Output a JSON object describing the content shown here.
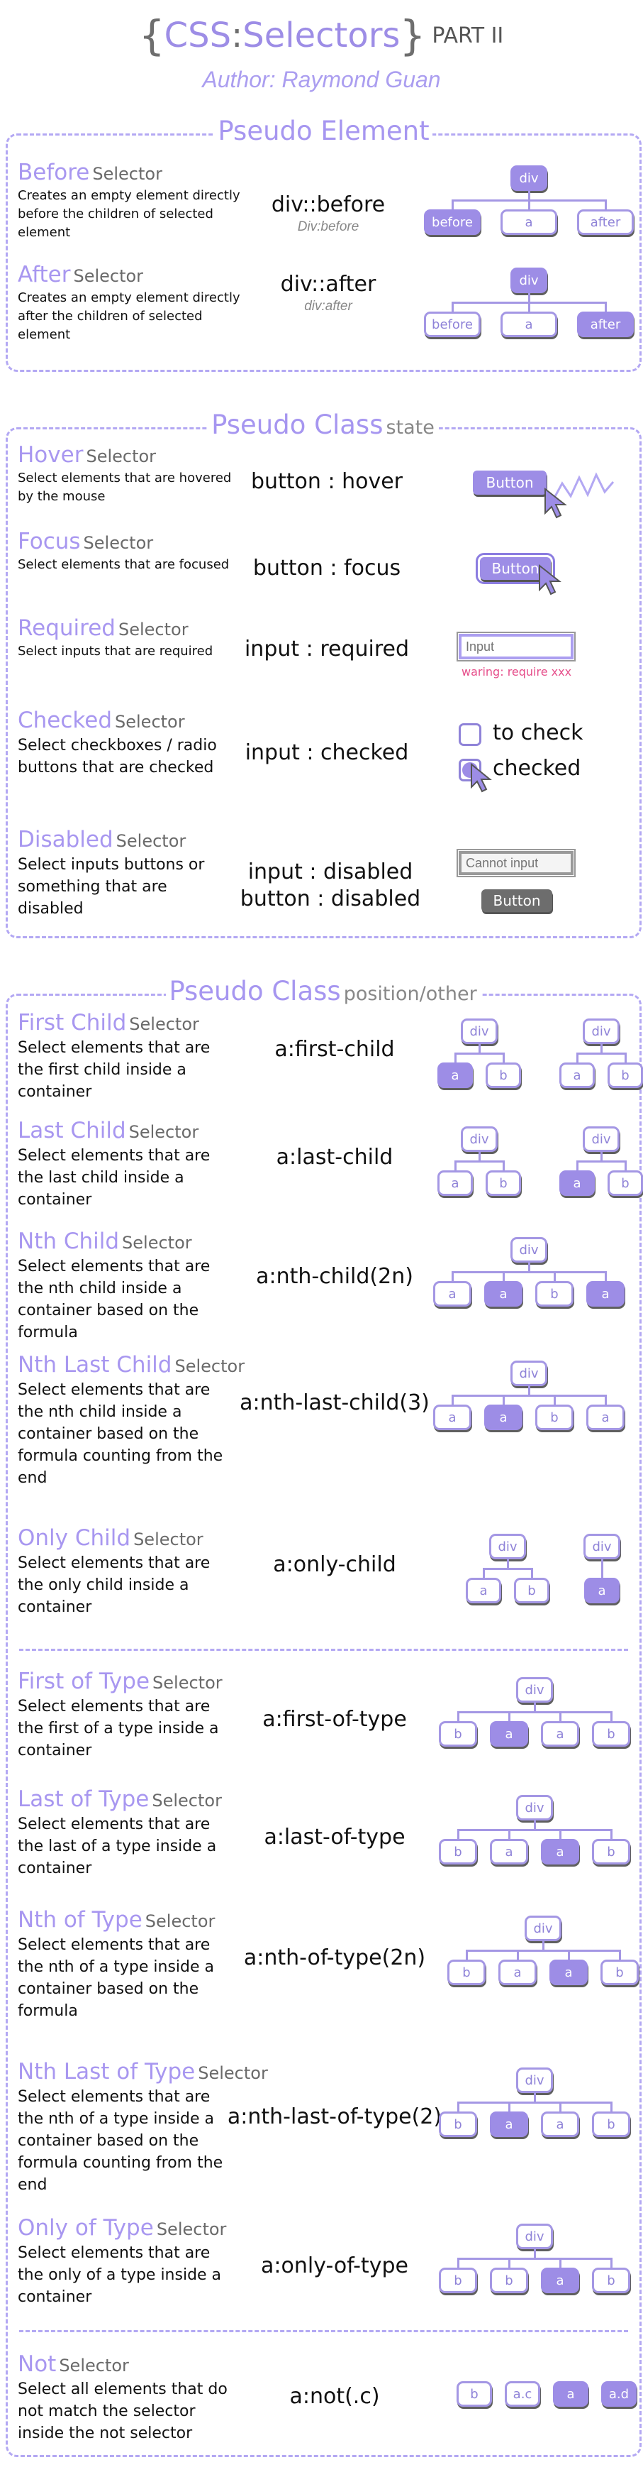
{
  "header": {
    "brace_open": "{",
    "css": "CSS",
    "colon": ":",
    "selectors": "Selectors",
    "brace_close": "}",
    "part": "PART II",
    "author": "Author: Raymond Guan"
  },
  "colors": {
    "accent": "#9d8de6",
    "accent_light": "#b3a8f3",
    "warning": "#e64d8a",
    "disabled": "#6d6d6d"
  },
  "tag": "Selector",
  "pseudo_element": {
    "title": "Pseudo Element",
    "items": [
      {
        "name": "Before",
        "text": "Creates an empty element directly before the children of selected element",
        "code": "div::before",
        "code_sub": "Div:before",
        "tree": {
          "parent": "div",
          "children": [
            "before",
            "a",
            "after"
          ],
          "highlight": [
            0
          ]
        }
      },
      {
        "name": "After",
        "text": "Creates an empty element directly after the children of selected element",
        "code": "div::after",
        "code_sub": "div:after",
        "tree": {
          "parent": "div",
          "children": [
            "before",
            "a",
            "after"
          ],
          "highlight": [
            2
          ]
        }
      }
    ]
  },
  "pseudo_class_state": {
    "title": "Pseudo Class",
    "subtitle": "state",
    "items": [
      {
        "name": "Hover",
        "text": "Select elements that are hovered by the mouse",
        "code": "button : hover",
        "demo": {
          "button": "Button"
        }
      },
      {
        "name": "Focus",
        "text": "Select elements that are focused",
        "code": "button : focus",
        "demo": {
          "button": "Button"
        }
      },
      {
        "name": "Required",
        "text": "Select inputs that are required",
        "code": "input : required",
        "demo": {
          "placeholder": "Input",
          "warning": "waring: require xxx"
        }
      },
      {
        "name": "Checked",
        "text": "Select checkboxes / radio buttons that are checked",
        "code": "input : checked",
        "demo": {
          "unchecked_label": "to check",
          "checked_label": "checked"
        }
      },
      {
        "name": "Disabled",
        "text": "Select inputs buttons or something that are disabled",
        "code": "input : disabled",
        "code2": "button : disabled",
        "demo": {
          "placeholder": "Cannot input",
          "button": "Button"
        }
      }
    ]
  },
  "pseudo_class_position": {
    "title": "Pseudo Class",
    "subtitle": "position/other",
    "items": [
      {
        "name": "First Child",
        "text": "Select elements that are the first child inside a container",
        "code": "a:first-child",
        "trees": [
          {
            "parent": "div",
            "children": [
              "a",
              "b"
            ],
            "highlight": [
              0
            ]
          },
          {
            "parent": "div",
            "children": [
              "a",
              "b"
            ],
            "highlight": []
          }
        ]
      },
      {
        "name": "Last Child",
        "text": "Select elements that are the last child inside a container",
        "code": "a:last-child",
        "trees": [
          {
            "parent": "div",
            "children": [
              "a",
              "b"
            ],
            "highlight": []
          },
          {
            "parent": "div",
            "children": [
              "a",
              "b"
            ],
            "highlight": [
              0
            ]
          }
        ]
      },
      {
        "name": "Nth Child",
        "text": "Select elements that are the nth child inside a container based on the formula",
        "code": "a:nth-child(2n)",
        "trees": [
          {
            "parent": "div",
            "children": [
              "a",
              "a",
              "b",
              "a"
            ],
            "highlight": [
              1,
              3
            ]
          }
        ]
      },
      {
        "name": "Nth Last Child",
        "text": "Select elements that are the nth child inside a container based on the formula counting from the end",
        "code": "a:nth-last-child(3)",
        "trees": [
          {
            "parent": "div",
            "children": [
              "a",
              "a",
              "b",
              "a"
            ],
            "highlight": [
              1
            ]
          }
        ]
      },
      {
        "name": "Only Child",
        "text": "Select elements that are the only child inside a container",
        "code": "a:only-child",
        "trees": [
          {
            "parent": "div",
            "children": [
              "a",
              "b"
            ],
            "highlight": []
          },
          {
            "parent": "div",
            "children": [
              "a"
            ],
            "highlight": [
              0
            ]
          }
        ]
      },
      {
        "name": "First of Type",
        "text": "Select elements that are the first of a type inside a container",
        "code": "a:first-of-type",
        "trees": [
          {
            "parent": "div",
            "children": [
              "b",
              "a",
              "a",
              "b"
            ],
            "highlight": [
              1
            ]
          }
        ]
      },
      {
        "name": "Last of Type",
        "text": "Select elements that are the last of a type inside a container",
        "code": "a:last-of-type",
        "trees": [
          {
            "parent": "div",
            "children": [
              "b",
              "a",
              "a",
              "b"
            ],
            "highlight": [
              2
            ]
          }
        ]
      },
      {
        "name": "Nth of Type",
        "text": "Select elements that are the nth of a type inside a container based on the formula",
        "code": "a:nth-of-type(2n)",
        "trees": [
          {
            "parent": "div",
            "children": [
              "b",
              "a",
              "a",
              "b"
            ],
            "highlight": [
              2
            ]
          }
        ]
      },
      {
        "name": "Nth Last of Type",
        "text": "Select elements that are the nth of a type inside a container based on the formula counting from the end",
        "code": "a:nth-last-of-type(2)",
        "trees": [
          {
            "parent": "div",
            "children": [
              "b",
              "a",
              "a",
              "b"
            ],
            "highlight": [
              1
            ]
          }
        ]
      },
      {
        "name": "Only of Type",
        "text": "Select elements that are the only of a type inside a container",
        "code": "a:only-of-type",
        "trees": [
          {
            "parent": "div",
            "children": [
              "b",
              "b",
              "a",
              "b"
            ],
            "highlight": [
              2
            ]
          }
        ]
      },
      {
        "name": "Not",
        "text": "Select all elements that do not match the selector inside the not selector",
        "code": "a:not(.c)",
        "trees": [
          {
            "parent": "",
            "children": [
              "b",
              "a.c",
              "a",
              "a.d"
            ],
            "highlight": [
              2,
              3
            ]
          }
        ]
      }
    ]
  }
}
